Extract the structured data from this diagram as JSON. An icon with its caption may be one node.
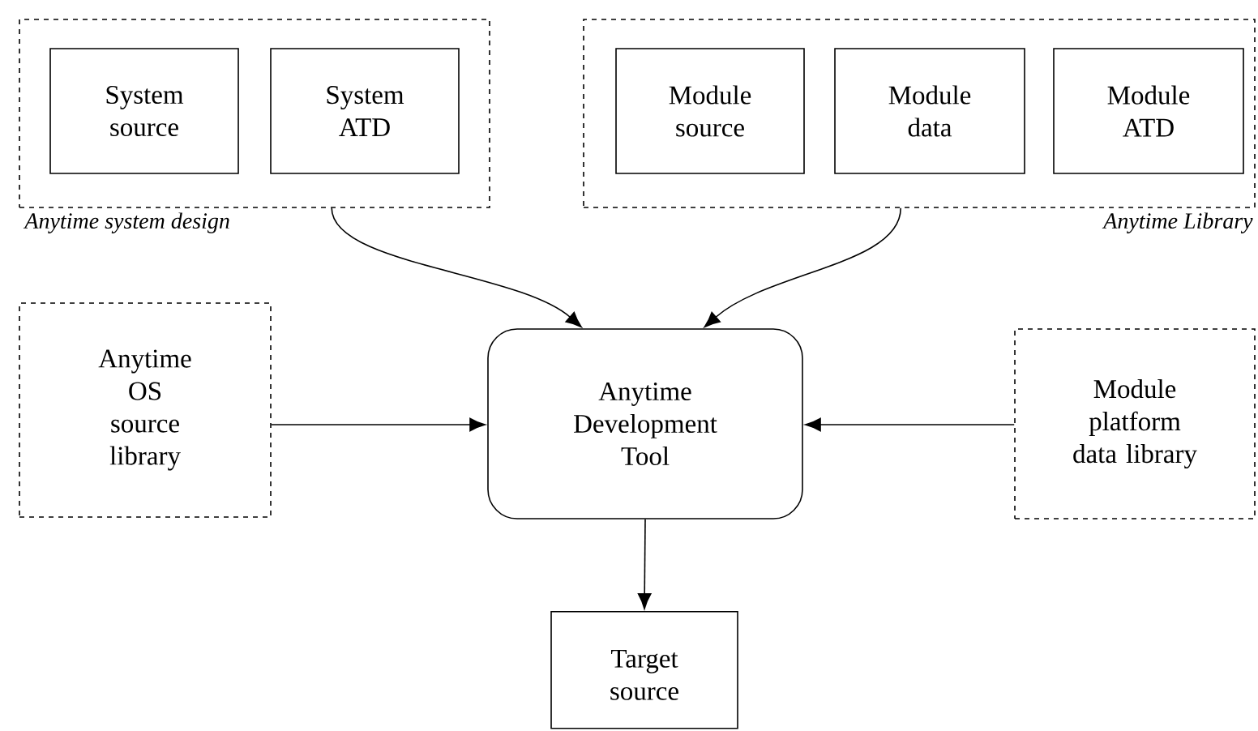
{
  "diagram": {
    "nodes": [
      {
        "text": [
          "Anytime system design"
        ]
      },
      {
        "text": [
          "System source"
        ],
        "in": 0
      },
      {
        "text": [
          "System ATD"
        ],
        "in": 0
      },
      {
        "text": [
          "Anytime Library"
        ]
      },
      {
        "text": [
          "Module source"
        ],
        "in": 3
      },
      {
        "text": [
          "Module data"
        ],
        "in": 3
      },
      {
        "text": [
          "Module ATD"
        ],
        "in": 3
      },
      {
        "text": [
          "Anytime OS source library"
        ]
      },
      {
        "text": [
          "Anytime Development Tool"
        ]
      },
      {
        "text": [
          "Module platform data library"
        ]
      },
      {
        "text": [
          "Target source"
        ]
      }
    ],
    "edges": [
      {
        "from": 0,
        "to": 8,
        "arrow": "to"
      },
      {
        "from": 3,
        "to": 8,
        "arrow": "to"
      },
      {
        "from": 7,
        "to": 8,
        "arrow": "to"
      },
      {
        "from": 9,
        "to": 8,
        "arrow": "to"
      },
      {
        "from": 8,
        "to": 10,
        "arrow": "to"
      }
    ]
  }
}
